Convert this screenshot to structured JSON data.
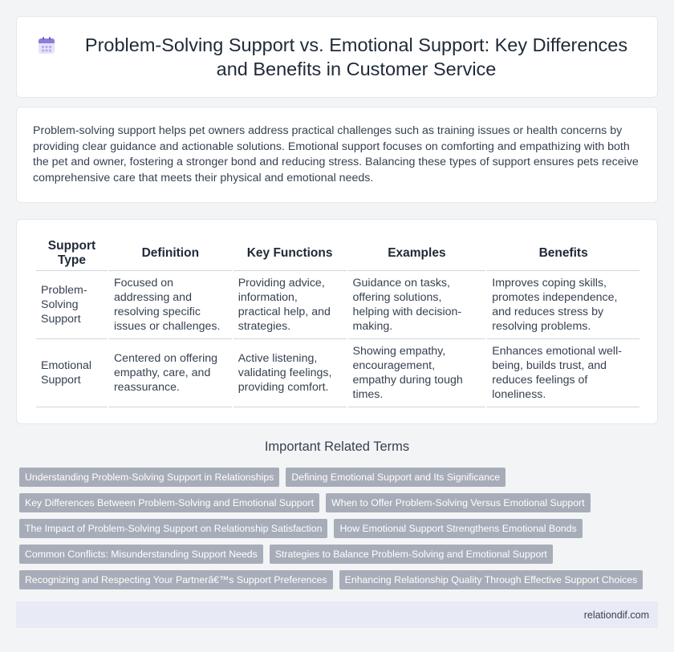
{
  "header": {
    "title": "Problem-Solving Support vs. Emotional Support: Key Differences and Benefits in Customer Service",
    "icon": "calendar-icon"
  },
  "intro": "Problem-solving support helps pet owners address practical challenges such as training issues or health concerns by providing clear guidance and actionable solutions. Emotional support focuses on comforting and empathizing with both the pet and owner, fostering a stronger bond and reducing stress. Balancing these types of support ensures pets receive comprehensive care that meets their physical and emotional needs.",
  "table": {
    "headers": [
      "Support Type",
      "Definition",
      "Key Functions",
      "Examples",
      "Benefits"
    ],
    "rows": [
      [
        "Problem-Solving Support",
        "Focused on addressing and resolving specific issues or challenges.",
        "Providing advice, information, practical help, and strategies.",
        "Guidance on tasks, offering solutions, helping with decision-making.",
        "Improves coping skills, promotes independence, and reduces stress by resolving problems."
      ],
      [
        "Emotional Support",
        "Centered on offering empathy, care, and reassurance.",
        "Active listening, validating feelings, providing comfort.",
        "Showing empathy, encouragement, empathy during tough times.",
        "Enhances emotional well-being, builds trust, and reduces feelings of loneliness."
      ]
    ]
  },
  "related": {
    "title": "Important Related Terms",
    "tags": [
      [
        "Understanding Problem-Solving Support in Relationships",
        "Defining Emotional Support and Its Significance"
      ],
      [
        "Key Differences Between Problem-Solving and Emotional Support",
        "When to Offer Problem-Solving Versus Emotional Support"
      ],
      [
        "The Impact of Problem-Solving Support on Relationship Satisfaction",
        "How Emotional Support Strengthens Emotional Bonds"
      ],
      [
        "Common Conflicts: Misunderstanding Support Needs",
        "Strategies to Balance Problem-Solving and Emotional Support"
      ],
      [
        "Recognizing and Respecting Your Partnerâ€™s Support Preferences",
        "Enhancing Relationship Quality Through Effective Support Choices"
      ]
    ]
  },
  "footer": {
    "site": "relationdif.com"
  },
  "colors": {
    "tag_bg": "#a7adb8",
    "footer_bg": "#e8ebf5",
    "icon_accent": "#8b7fd9"
  }
}
